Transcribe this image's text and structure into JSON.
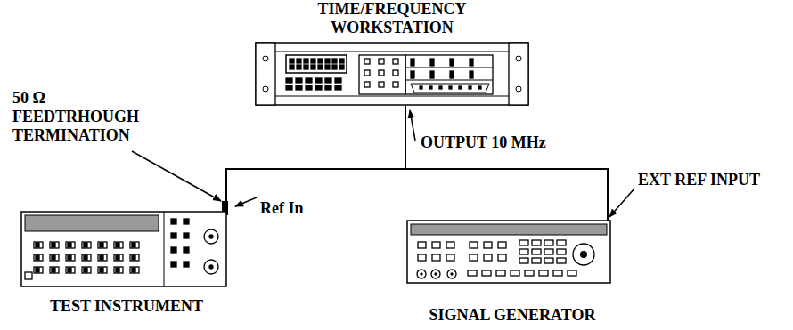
{
  "diagram": {
    "nodes": [
      {
        "text": [
          "TIME/FREQUENCY WORKSTATION"
        ]
      },
      {
        "text": [
          "TEST INSTRUMENT"
        ]
      },
      {
        "text": [
          "SIGNAL GENERATOR"
        ]
      }
    ],
    "edges": [
      {
        "from": 0,
        "to": 1,
        "arrow": "none"
      },
      {
        "from": 0,
        "to": 2,
        "arrow": "none"
      }
    ],
    "labels": [
      "OUTPUT 10 MHz",
      "50 Ω FEEDTRHOUGH TERMINATION",
      "Ref In",
      "EXT REF INPUT"
    ]
  }
}
